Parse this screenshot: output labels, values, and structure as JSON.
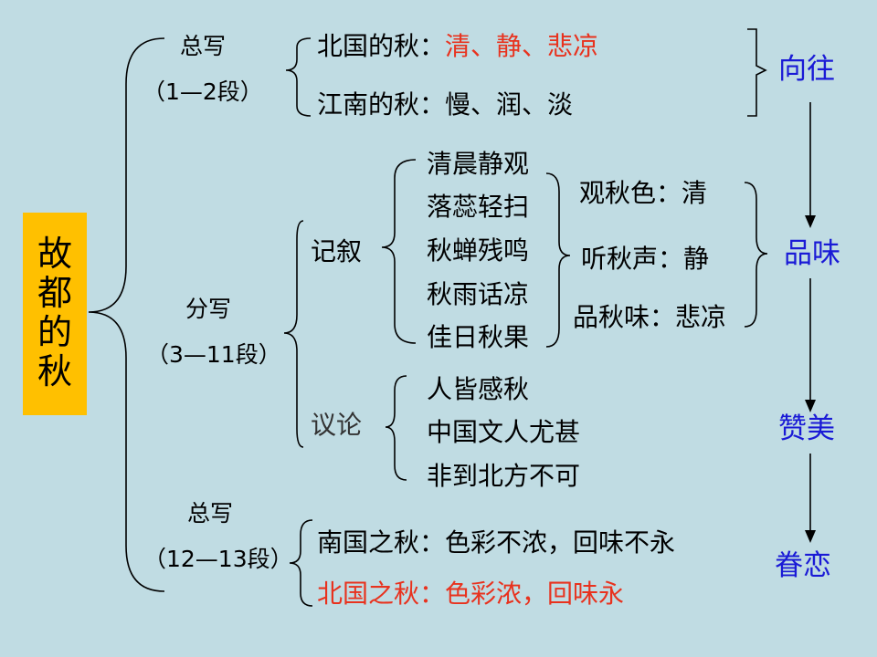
{
  "root": {
    "title": "故\n都\n的\n秋"
  },
  "sections": {
    "intro": {
      "label": "总写",
      "range": "（1—2段）",
      "north": {
        "prefix": "北国的秋：",
        "traits": "清、静、悲凉"
      },
      "south": "江南的秋：慢、润、淡"
    },
    "body": {
      "label": "分写",
      "range": "（3—11段）",
      "narrative": {
        "label": "记叙",
        "scenes": [
          "清晨静观",
          "落蕊轻扫",
          "秋蝉残鸣",
          "秋雨话凉",
          "佳日秋果"
        ],
        "senses": [
          "观秋色：清",
          "听秋声：静",
          "品秋味：悲凉"
        ]
      },
      "argument": {
        "label": "议论",
        "points": [
          "人皆感秋",
          "中国文人尤甚",
          "非到北方不可"
        ]
      }
    },
    "conclusion": {
      "label": "总写",
      "range": "（12—13段）",
      "south": "南国之秋：色彩不浓，回味不永",
      "north": "北国之秋：色彩浓，回味永"
    }
  },
  "emotions": [
    "向往",
    "品味",
    "赞美",
    "眷恋"
  ],
  "colors": {
    "background": "#c0dce3",
    "title_box": "#ffc000",
    "accent_red": "#e8321e",
    "emotion_blue": "#1a1ad6"
  }
}
